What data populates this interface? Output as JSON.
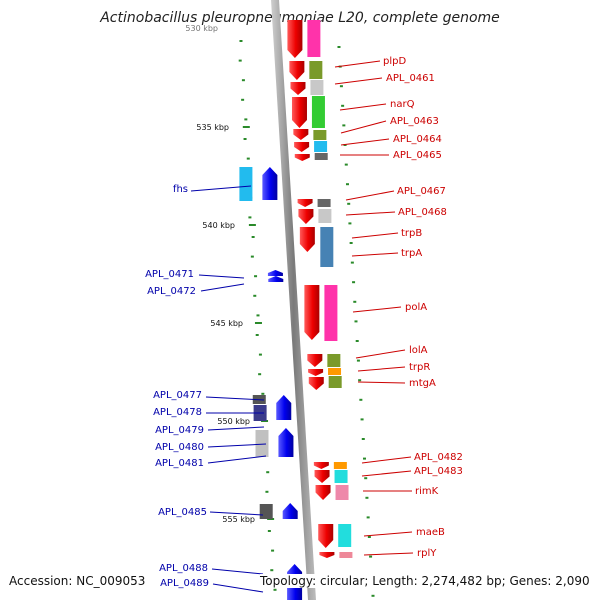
{
  "title": "Actinobacillus pleuropneumoniae L20, complete genome",
  "footer": {
    "accession": "Accession: NC_009053",
    "topology": "Topology: circular; Length: 2,274,482 bp; Genes: 2,090"
  },
  "colors": {
    "forward_label": "#cc0000",
    "reverse_label": "#0000aa",
    "backbone": "#9a9a9a",
    "tick": "#2a8a2a"
  },
  "kbp_labels": [
    "535 kbp",
    "540 kbp",
    "545 kbp",
    "550 kbp",
    "555 kbp"
  ],
  "right_labels": [
    "plpD",
    "APL_0461",
    "narQ",
    "APL_0463",
    "APL_0464",
    "APL_0465",
    "APL_0467",
    "APL_0468",
    "trpB",
    "trpA",
    "polA",
    "lolA",
    "trpR",
    "mtgA",
    "APL_0482",
    "APL_0483",
    "rimK",
    "maeB",
    "rplY"
  ],
  "left_labels": [
    "fhs",
    "APL_0471",
    "APL_0472",
    "APL_0477",
    "APL_0478",
    "APL_0479",
    "APL_0480",
    "APL_0481",
    "APL_0485",
    "APL_0488",
    "APL_0489"
  ]
}
